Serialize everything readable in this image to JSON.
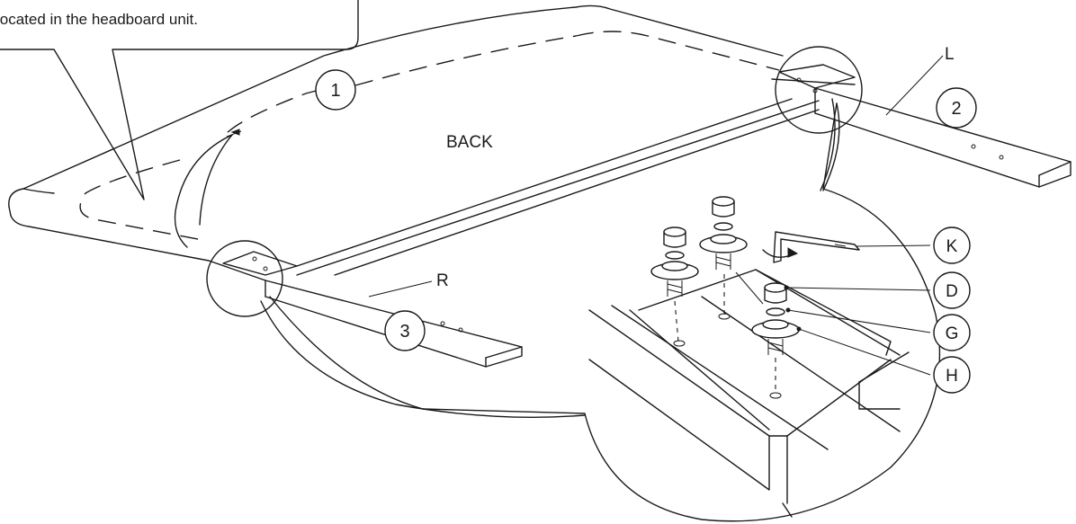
{
  "callout": {
    "line2": "located in the headboard unit."
  },
  "labels": {
    "back": "BACK",
    "rail_left": "L",
    "rail_right": "R"
  },
  "steps": [
    "1",
    "2",
    "3"
  ],
  "parts": [
    "K",
    "D",
    "G",
    "H"
  ]
}
